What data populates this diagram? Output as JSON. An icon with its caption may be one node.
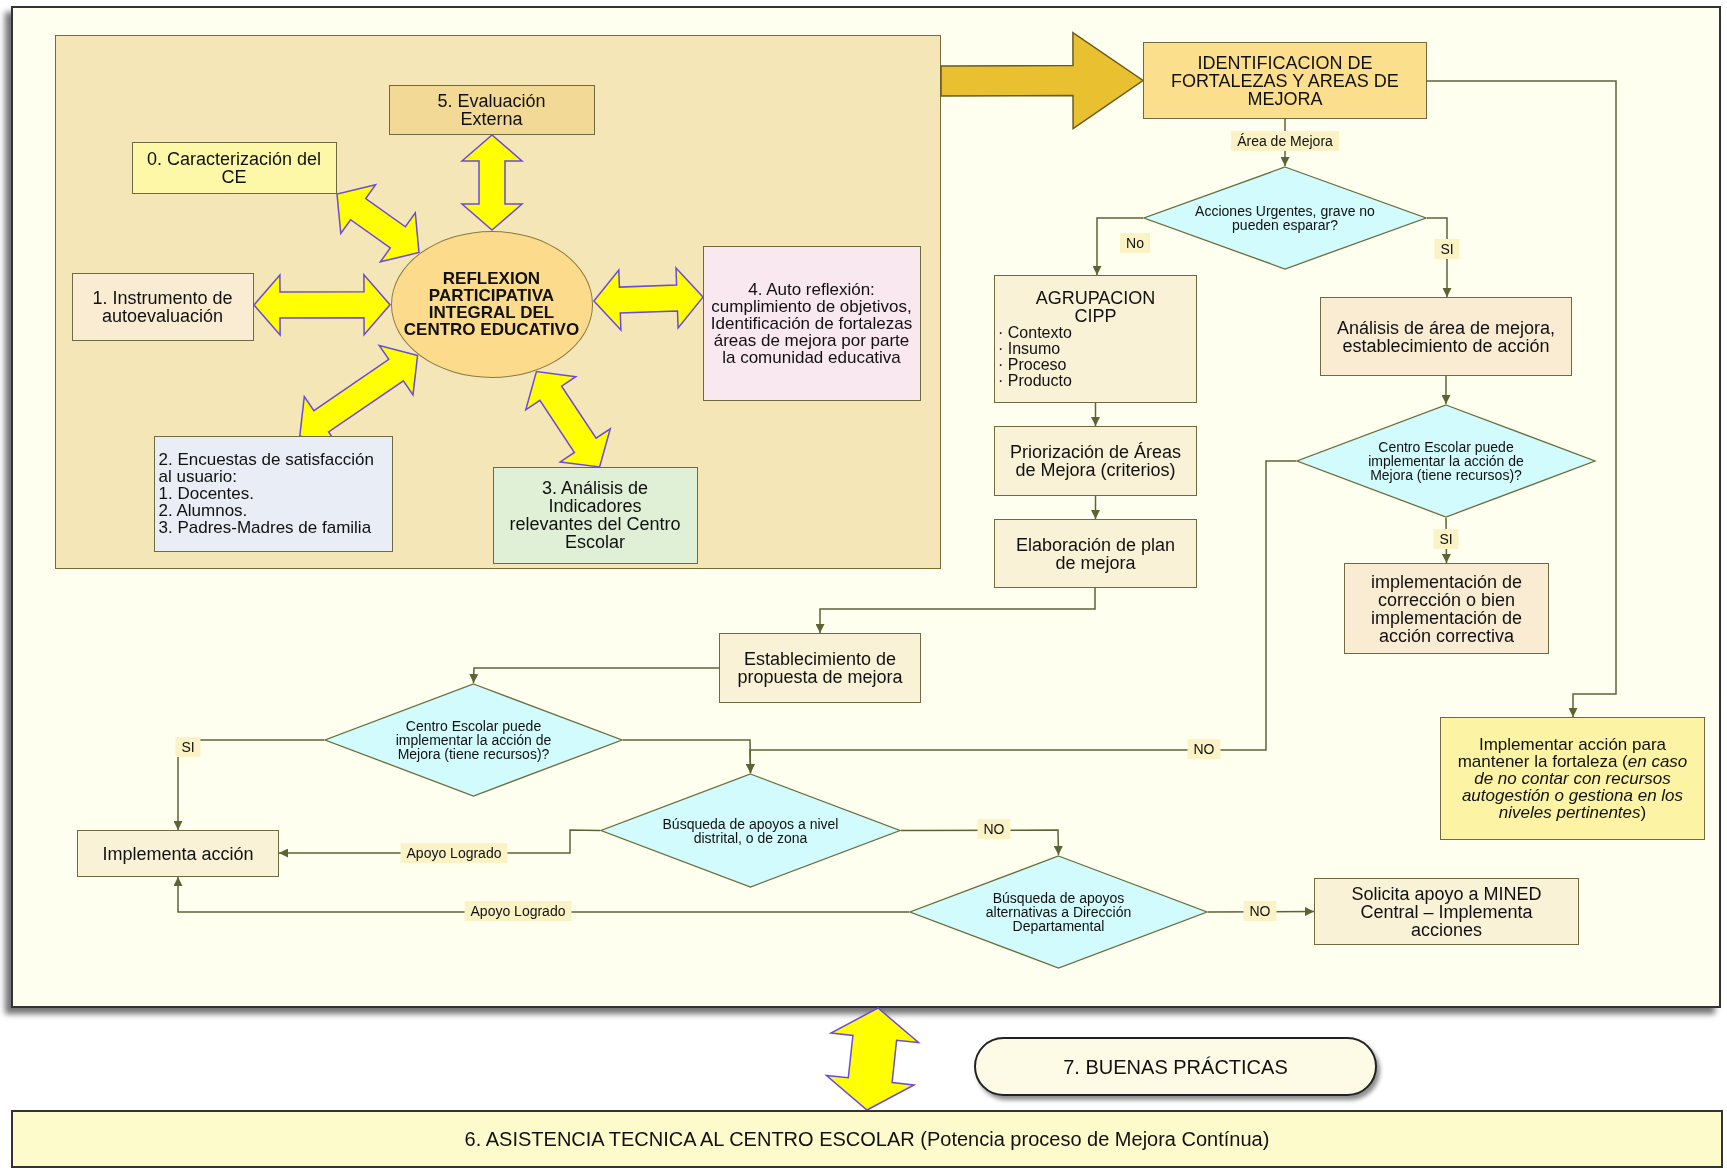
{
  "diagram": {
    "nodes": [
      {
        "text": [],
        "shape": "box"
      },
      {
        "text": [],
        "shape": "box",
        "in": 0
      },
      {
        "text": [
          "5. Evaluación Externa"
        ],
        "in": 1
      },
      {
        "text": [
          "0. Caracterización del CE"
        ],
        "in": 1
      },
      {
        "text": [
          "1. Instrumento de autoevaluación"
        ],
        "in": 1
      },
      {
        "text": [
          "REFLEXION PARTICIPATIVA INTEGRAL DEL CENTRO EDUCATIVO"
        ],
        "in": 1
      },
      {
        "text": [
          "4. Auto reflexión: cumplimiento de objetivos, Identificación de fortalezas áreas de mejora por parte la comunidad educativa"
        ],
        "in": 1
      },
      {
        "text": [
          "2. Encuestas de satisfacción al usuario:",
          "1. Docentes.",
          "2. Alumnos.",
          "3. Padres-Madres de familia"
        ],
        "in": 1
      },
      {
        "text": [
          "3. Análisis de Indicadores relevantes del Centro Escolar"
        ],
        "in": 1
      },
      {
        "text": [
          "IDENTIFICACION DE FORTALEZAS Y AREAS DE MEJORA"
        ],
        "in": 0
      },
      {
        "text": [
          "Acciones Urgentes, grave no pueden esparar?"
        ],
        "in": 0
      },
      {
        "text": [
          "AGRUPACION CIPP",
          "· Contexto",
          "· Insumo",
          "· Proceso",
          "· Producto"
        ],
        "in": 0
      },
      {
        "text": [
          "Priorización de Áreas de Mejora (criterios)"
        ],
        "in": 0
      },
      {
        "text": [
          "Elaboración de plan de mejora"
        ],
        "in": 0
      },
      {
        "text": [
          "Análisis de área de mejora, establecimiento de acción"
        ],
        "in": 0
      },
      {
        "text": [
          "Centro Escolar puede implementar la acción de Mejora (tiene recursos)?"
        ],
        "in": 0
      },
      {
        "text": [
          "implementación de corrección o bien implementación de acción correctiva"
        ],
        "in": 0
      },
      {
        "text": [
          "Implementar acción para mantener la fortaleza (*en caso de no contar con recursos autogestión o gestiona en los niveles pertinentes*)"
        ],
        "in": 0
      },
      {
        "text": [
          "Establecimiento de propuesta de mejora"
        ],
        "in": 0
      },
      {
        "text": [
          "Centro Escolar puede implementar la acción de Mejora (tiene recursos)?"
        ],
        "in": 0
      },
      {
        "text": [
          "Implementa acción"
        ],
        "in": 0
      },
      {
        "text": [
          "Búsqueda de apoyos a nivel distrital, o de zona"
        ],
        "in": 0
      },
      {
        "text": [
          "Búsqueda de apoyos alternativas a Dirección Departamental"
        ],
        "in": 0
      },
      {
        "text": [
          "Solicita apoyo a MINED Central – Implementa acciones"
        ],
        "in": 0
      },
      {
        "text": [
          "7. BUENAS PRÁCTICAS"
        ]
      },
      {
        "text": [
          "6. ASISTENCIA TECNICA AL CENTRO ESCOLAR (Potencia proceso de Mejora Contínua)"
        ]
      }
    ],
    "edges": [
      {
        "from": 1,
        "to": 9,
        "arrow": "to",
        "style": "thick",
        "color": "#e8c030"
      },
      {
        "from": 5,
        "to": 2,
        "arrow": "both",
        "style": "thick",
        "color": "#ffff00"
      },
      {
        "from": 5,
        "to": 3,
        "arrow": "both",
        "style": "thick",
        "color": "#ffff00"
      },
      {
        "from": 5,
        "to": 4,
        "arrow": "both",
        "style": "thick",
        "color": "#ffff00"
      },
      {
        "from": 5,
        "to": 6,
        "arrow": "both",
        "style": "thick",
        "color": "#ffff00"
      },
      {
        "from": 5,
        "to": 7,
        "arrow": "both",
        "style": "thick",
        "color": "#ffff00"
      },
      {
        "from": 5,
        "to": 8,
        "arrow": "both",
        "style": "thick",
        "color": "#ffff00"
      },
      {
        "from": 9,
        "to": 10,
        "arrow": "to",
        "label": "Área de Mejora"
      },
      {
        "from": 10,
        "to": 11,
        "arrow": "to",
        "label": "No"
      },
      {
        "from": 10,
        "to": 14,
        "arrow": "to",
        "label": "SI"
      },
      {
        "from": 11,
        "to": 12,
        "arrow": "to"
      },
      {
        "from": 12,
        "to": 13,
        "arrow": "to"
      },
      {
        "from": 14,
        "to": 15,
        "arrow": "to"
      },
      {
        "from": 15,
        "to": 16,
        "arrow": "to",
        "label": "SI"
      },
      {
        "from": 15,
        "to": 21,
        "arrow": "to",
        "label": "NO"
      },
      {
        "from": 19,
        "to": 21,
        "arrow": "to"
      },
      {
        "from": 13,
        "to": 18,
        "arrow": "to"
      },
      {
        "from": 18,
        "to": 19,
        "arrow": "to"
      },
      {
        "from": 19,
        "to": 20,
        "arrow": "to",
        "label": "SI"
      },
      {
        "from": 21,
        "to": 20,
        "arrow": "to",
        "label": "Apoyo Logrado"
      },
      {
        "from": 21,
        "to": 22,
        "arrow": "to",
        "label": "NO"
      },
      {
        "from": 22,
        "to": 20,
        "arrow": "to",
        "label": "Apoyo Logrado"
      },
      {
        "from": 22,
        "to": 23,
        "arrow": "to",
        "label": "NO"
      },
      {
        "from": 9,
        "to": 17,
        "arrow": "to"
      },
      {
        "from": 0,
        "to": 25,
        "arrow": "both",
        "style": "thick",
        "color": "#ffff00"
      }
    ]
  }
}
